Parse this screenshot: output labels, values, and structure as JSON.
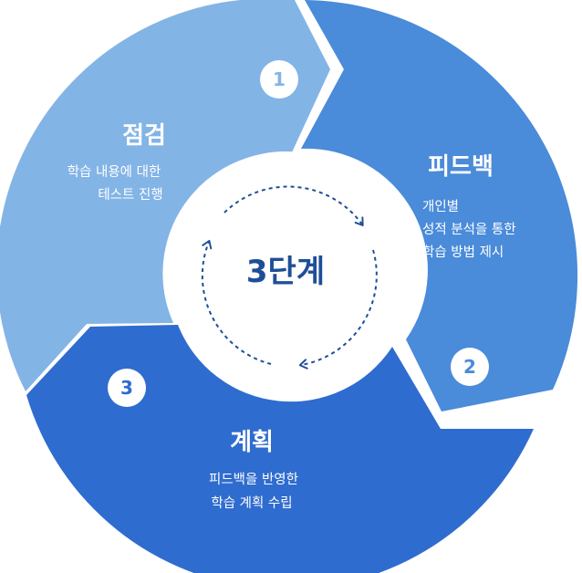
{
  "center": {
    "title": "3단계"
  },
  "steps": [
    {
      "number": "1",
      "title": "점검",
      "lines": [
        "학습 내용에 대한",
        "테스트 진행"
      ]
    },
    {
      "number": "2",
      "title": "피드백",
      "lines": [
        "개인별",
        "성적 분석을 통한",
        "학습 방법 제시"
      ]
    },
    {
      "number": "3",
      "title": "계획",
      "lines": [
        "피드백을 반영한",
        "학습 계획 수립"
      ]
    }
  ],
  "colors": {
    "step1": "#83b4e6",
    "step2": "#4a8bda",
    "step3": "#2f6ccf",
    "center_text": "#1f4e98",
    "dashed_arrows": "#1f4e98",
    "number_text": "#2f6ccf"
  }
}
